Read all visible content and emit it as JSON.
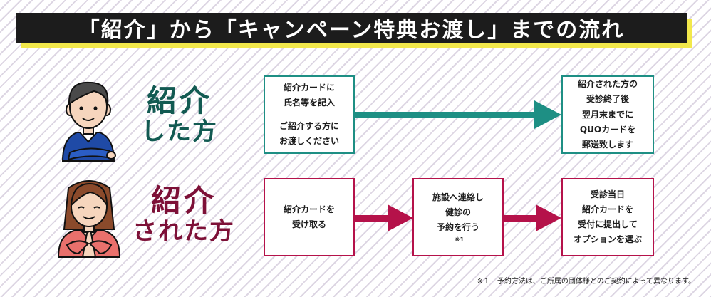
{
  "title": "「紹介」から「キャンペーン特典お渡し」までの流れ",
  "colors": {
    "title_bg": "#1c1c1c",
    "title_shadow": "#f2e84b",
    "teal": "#1e8f84",
    "teal_text": "#125a52",
    "wine": "#b5124a",
    "wine_text": "#7d1037"
  },
  "referrer": {
    "label_line1": "紹介",
    "label_line2": "した方",
    "icon": "man-avatar-icon",
    "steps": [
      {
        "lines": [
          "紹介カードに",
          "氏名等を記入",
          "",
          "ご紹介する方に",
          "お渡しください"
        ]
      },
      {
        "lines": [
          "紹介された方の",
          "受診終了後",
          "",
          "翌月末までに",
          "QUOカードを",
          "郵送致します"
        ]
      }
    ]
  },
  "referred": {
    "label_line1": "紹介",
    "label_line2": "された方",
    "icon": "woman-avatar-icon",
    "steps": [
      {
        "lines": [
          "紹介カードを",
          "受け取る"
        ]
      },
      {
        "lines": [
          "施設へ連絡し",
          "健診の",
          "予約を行う"
        ],
        "note_mark": "※1"
      },
      {
        "lines": [
          "受診当日",
          "紹介カードを",
          "受付に提出して",
          "オプションを選ぶ"
        ]
      }
    ]
  },
  "footnote": "※１　予約方法は、ご所属の団体様とのご契約によって異なります。"
}
